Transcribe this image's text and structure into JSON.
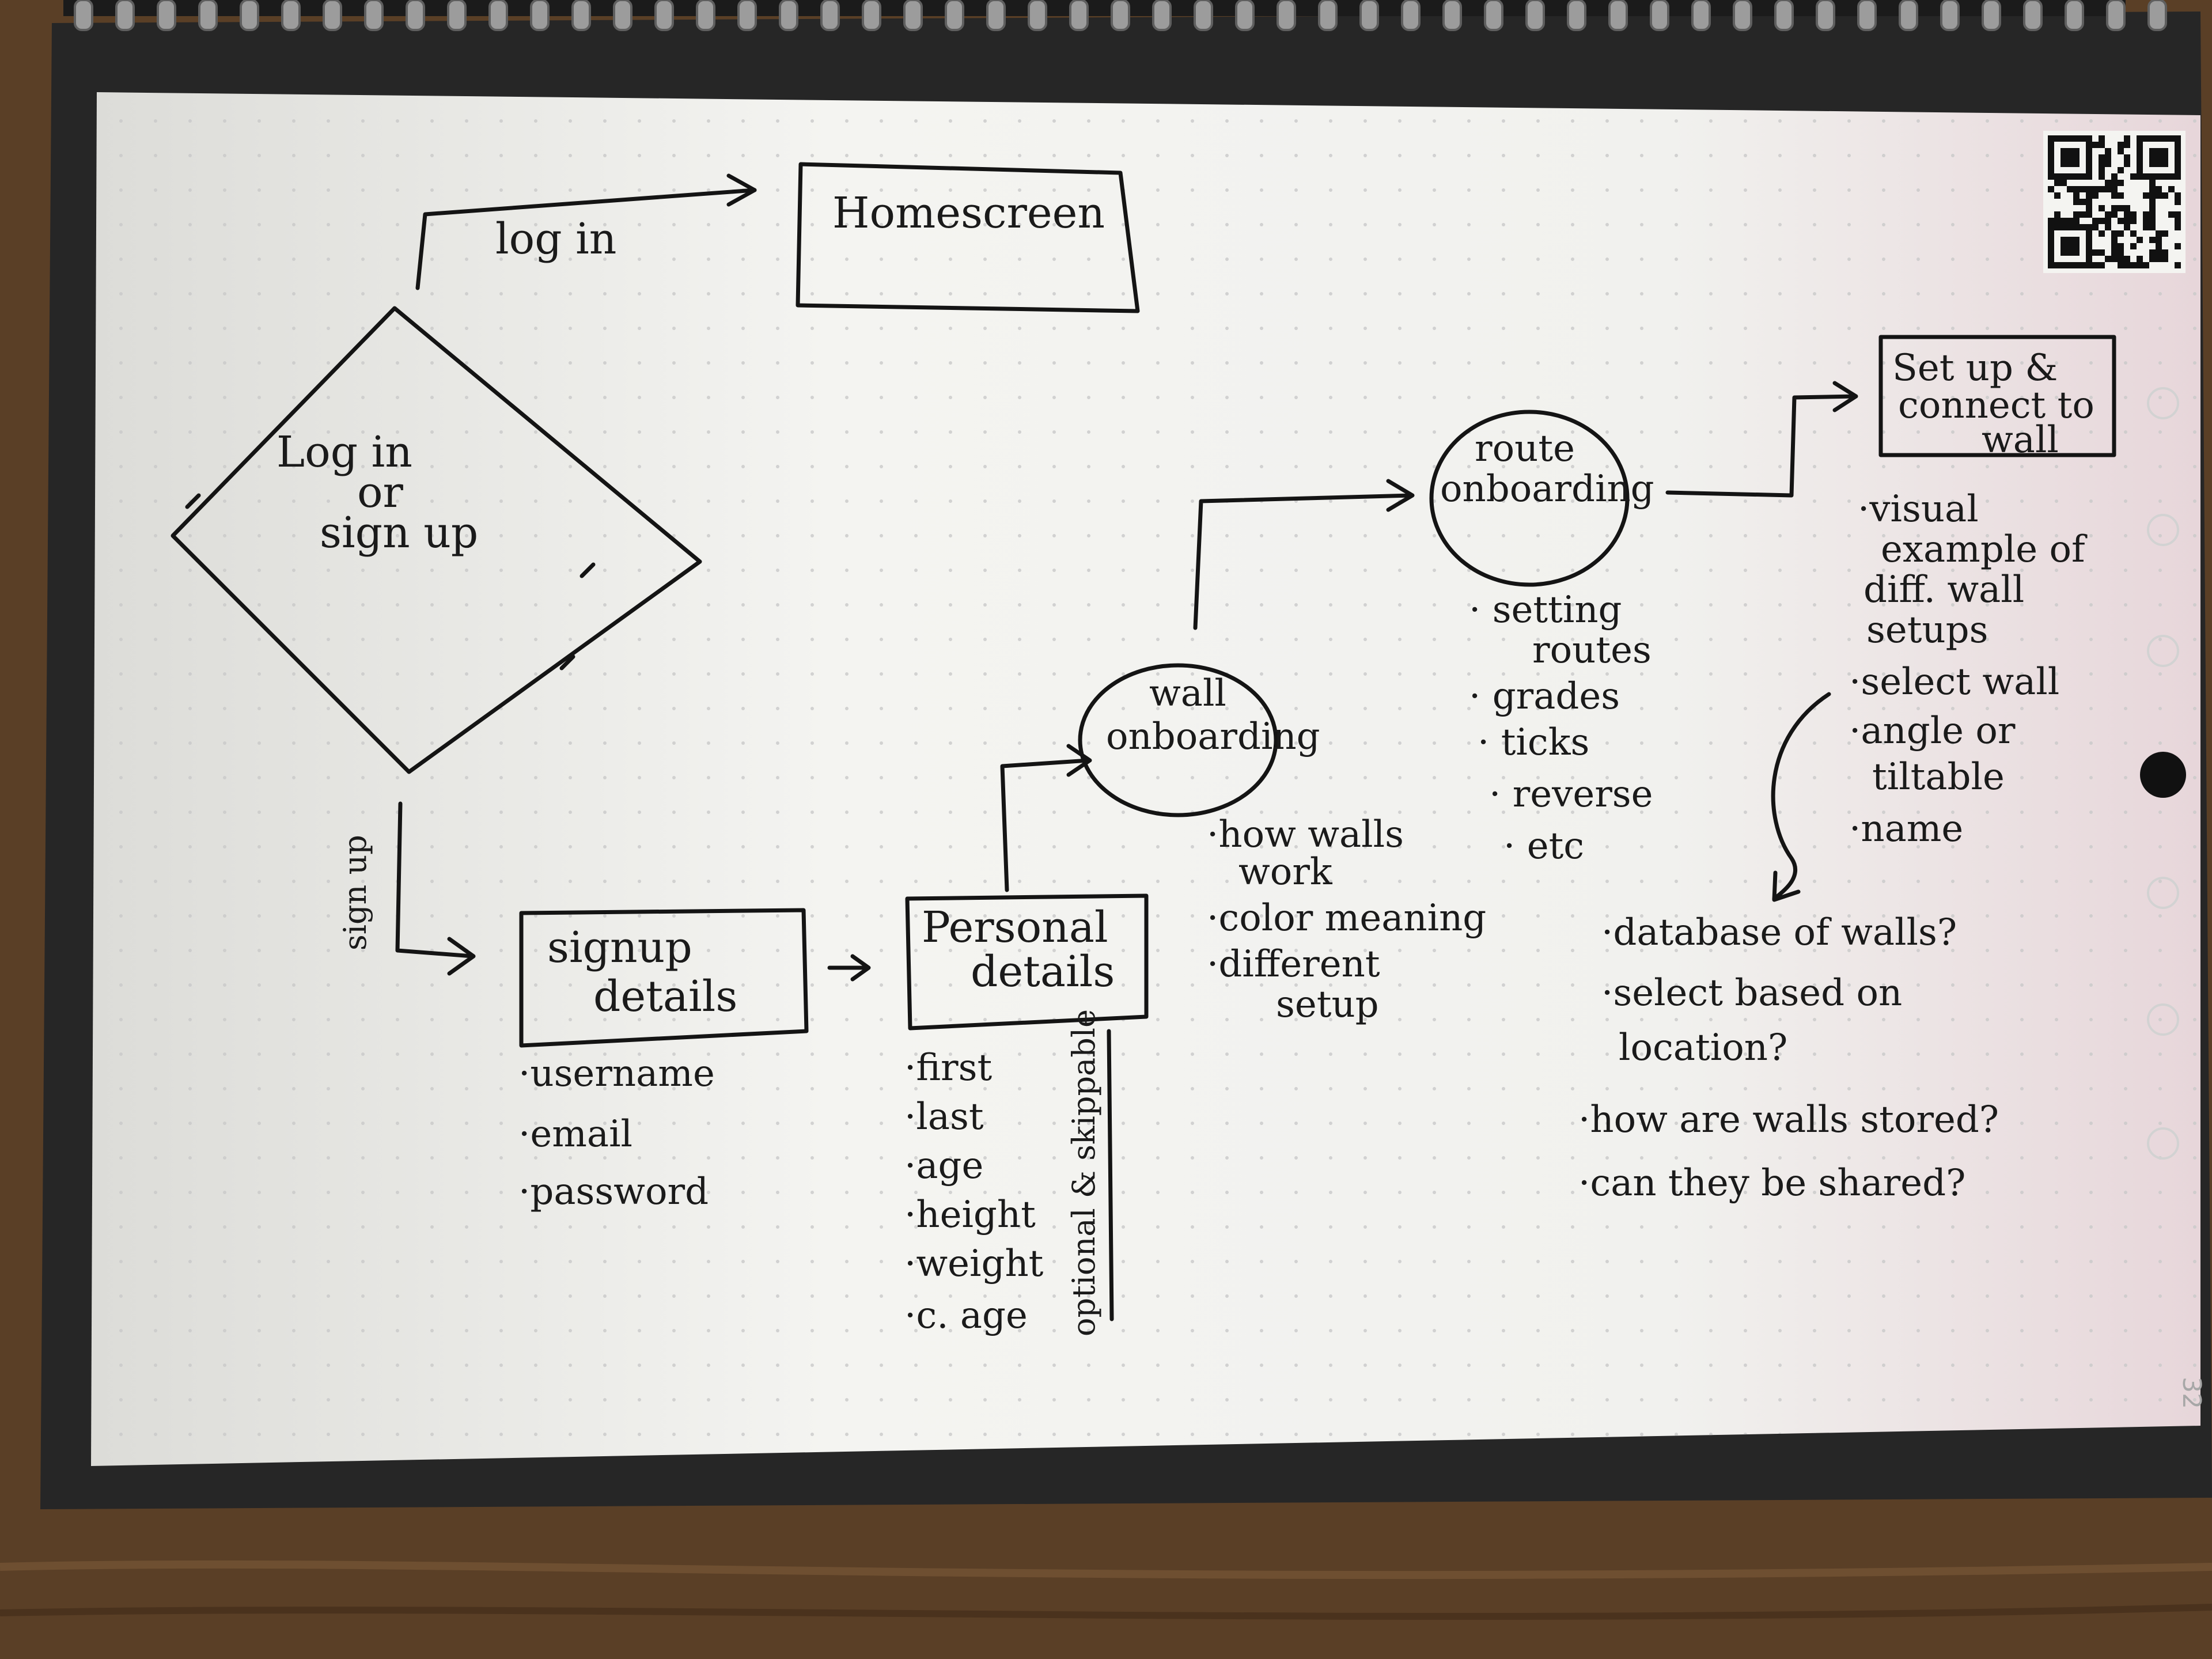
{
  "nodes": {
    "login_or_signup": [
      "Log in",
      "or",
      "sign up"
    ],
    "homescreen": "Homescreen",
    "signup_details": [
      "signup",
      "details"
    ],
    "personal_details": [
      "Personal",
      "details"
    ],
    "wall_onboarding": [
      "wall",
      "onboarding"
    ],
    "route_onboarding": [
      "route",
      "onboarding"
    ],
    "setup_connect": [
      "Set up &",
      "connect to",
      "wall"
    ]
  },
  "edges": {
    "login": "log in",
    "signup": "sign up"
  },
  "notes": {
    "signup_details": [
      "·username",
      "·email",
      "·password"
    ],
    "personal_details": [
      "·first",
      "·last",
      "·age",
      "·height",
      "·weight",
      "·c. age"
    ],
    "personal_optional": "optional & skippable",
    "wall_onboarding": [
      "·how walls",
      "work",
      "·color meaning",
      "·different",
      "setup"
    ],
    "route_onboarding": [
      "· setting",
      "routes",
      "· grades",
      "· ticks",
      "· reverse",
      "· etc"
    ],
    "setup_connect": [
      "·visual",
      "example of",
      "diff. wall",
      "setups",
      "·select wall",
      "·angle or",
      "tiltable",
      "·name"
    ],
    "walls_questions": [
      "·database of walls?",
      "·select based on",
      "location?",
      "·how are walls stored?",
      "·can they be shared?"
    ]
  },
  "page_number": "32",
  "colors": {
    "ink": "#141414",
    "paper": "#f5f5f2",
    "cover": "#262626",
    "table": "#5a3f26"
  }
}
